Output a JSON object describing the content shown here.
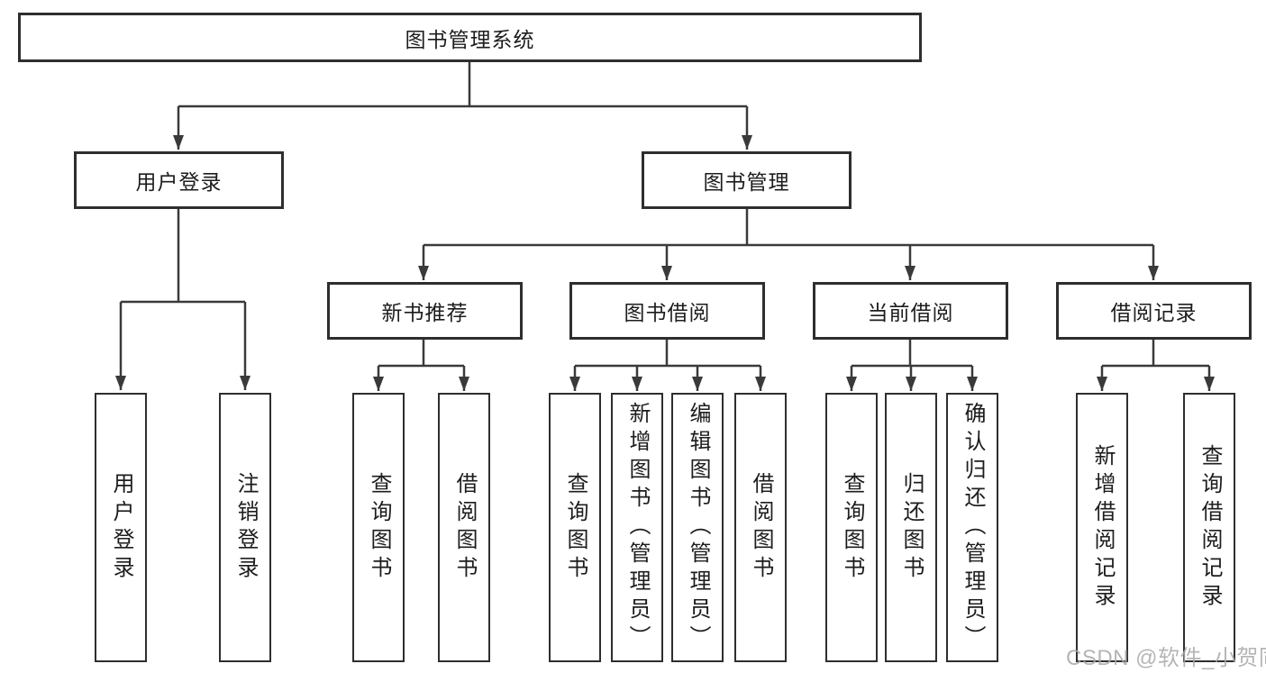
{
  "nodes": {
    "root": "图书管理系统",
    "user_login": "用户登录",
    "book_mgmt": "图书管理",
    "new_book_rec": "新书推荐",
    "book_borrow": "图书借阅",
    "current_borrow": "当前借阅",
    "borrow_record": "借阅记录",
    "leaf_user_login": "用户登录",
    "leaf_logout": "注销登录",
    "leaf_nbr_query": "查询图书",
    "leaf_nbr_borrow": "借阅图书",
    "leaf_bb_query": "查询图书",
    "leaf_bb_add": "新增图书（管理员）",
    "leaf_bb_edit": "编辑图书（管理员）",
    "leaf_bb_borrow": "借阅图书",
    "leaf_cb_query": "查询图书",
    "leaf_cb_return": "归还图书",
    "leaf_cb_confirm": "确认归还（管理员）",
    "leaf_br_add": "新增借阅记录",
    "leaf_br_query": "查询借阅记录"
  },
  "watermark": {
    "text": "CSDN @软件_小贺同学"
  },
  "colors": {
    "line": "#3a3a3a",
    "box_border": "#2e2e2e",
    "text": "#1d1d1d",
    "watermark": "#a8a8a8",
    "background": "#ffffff"
  }
}
